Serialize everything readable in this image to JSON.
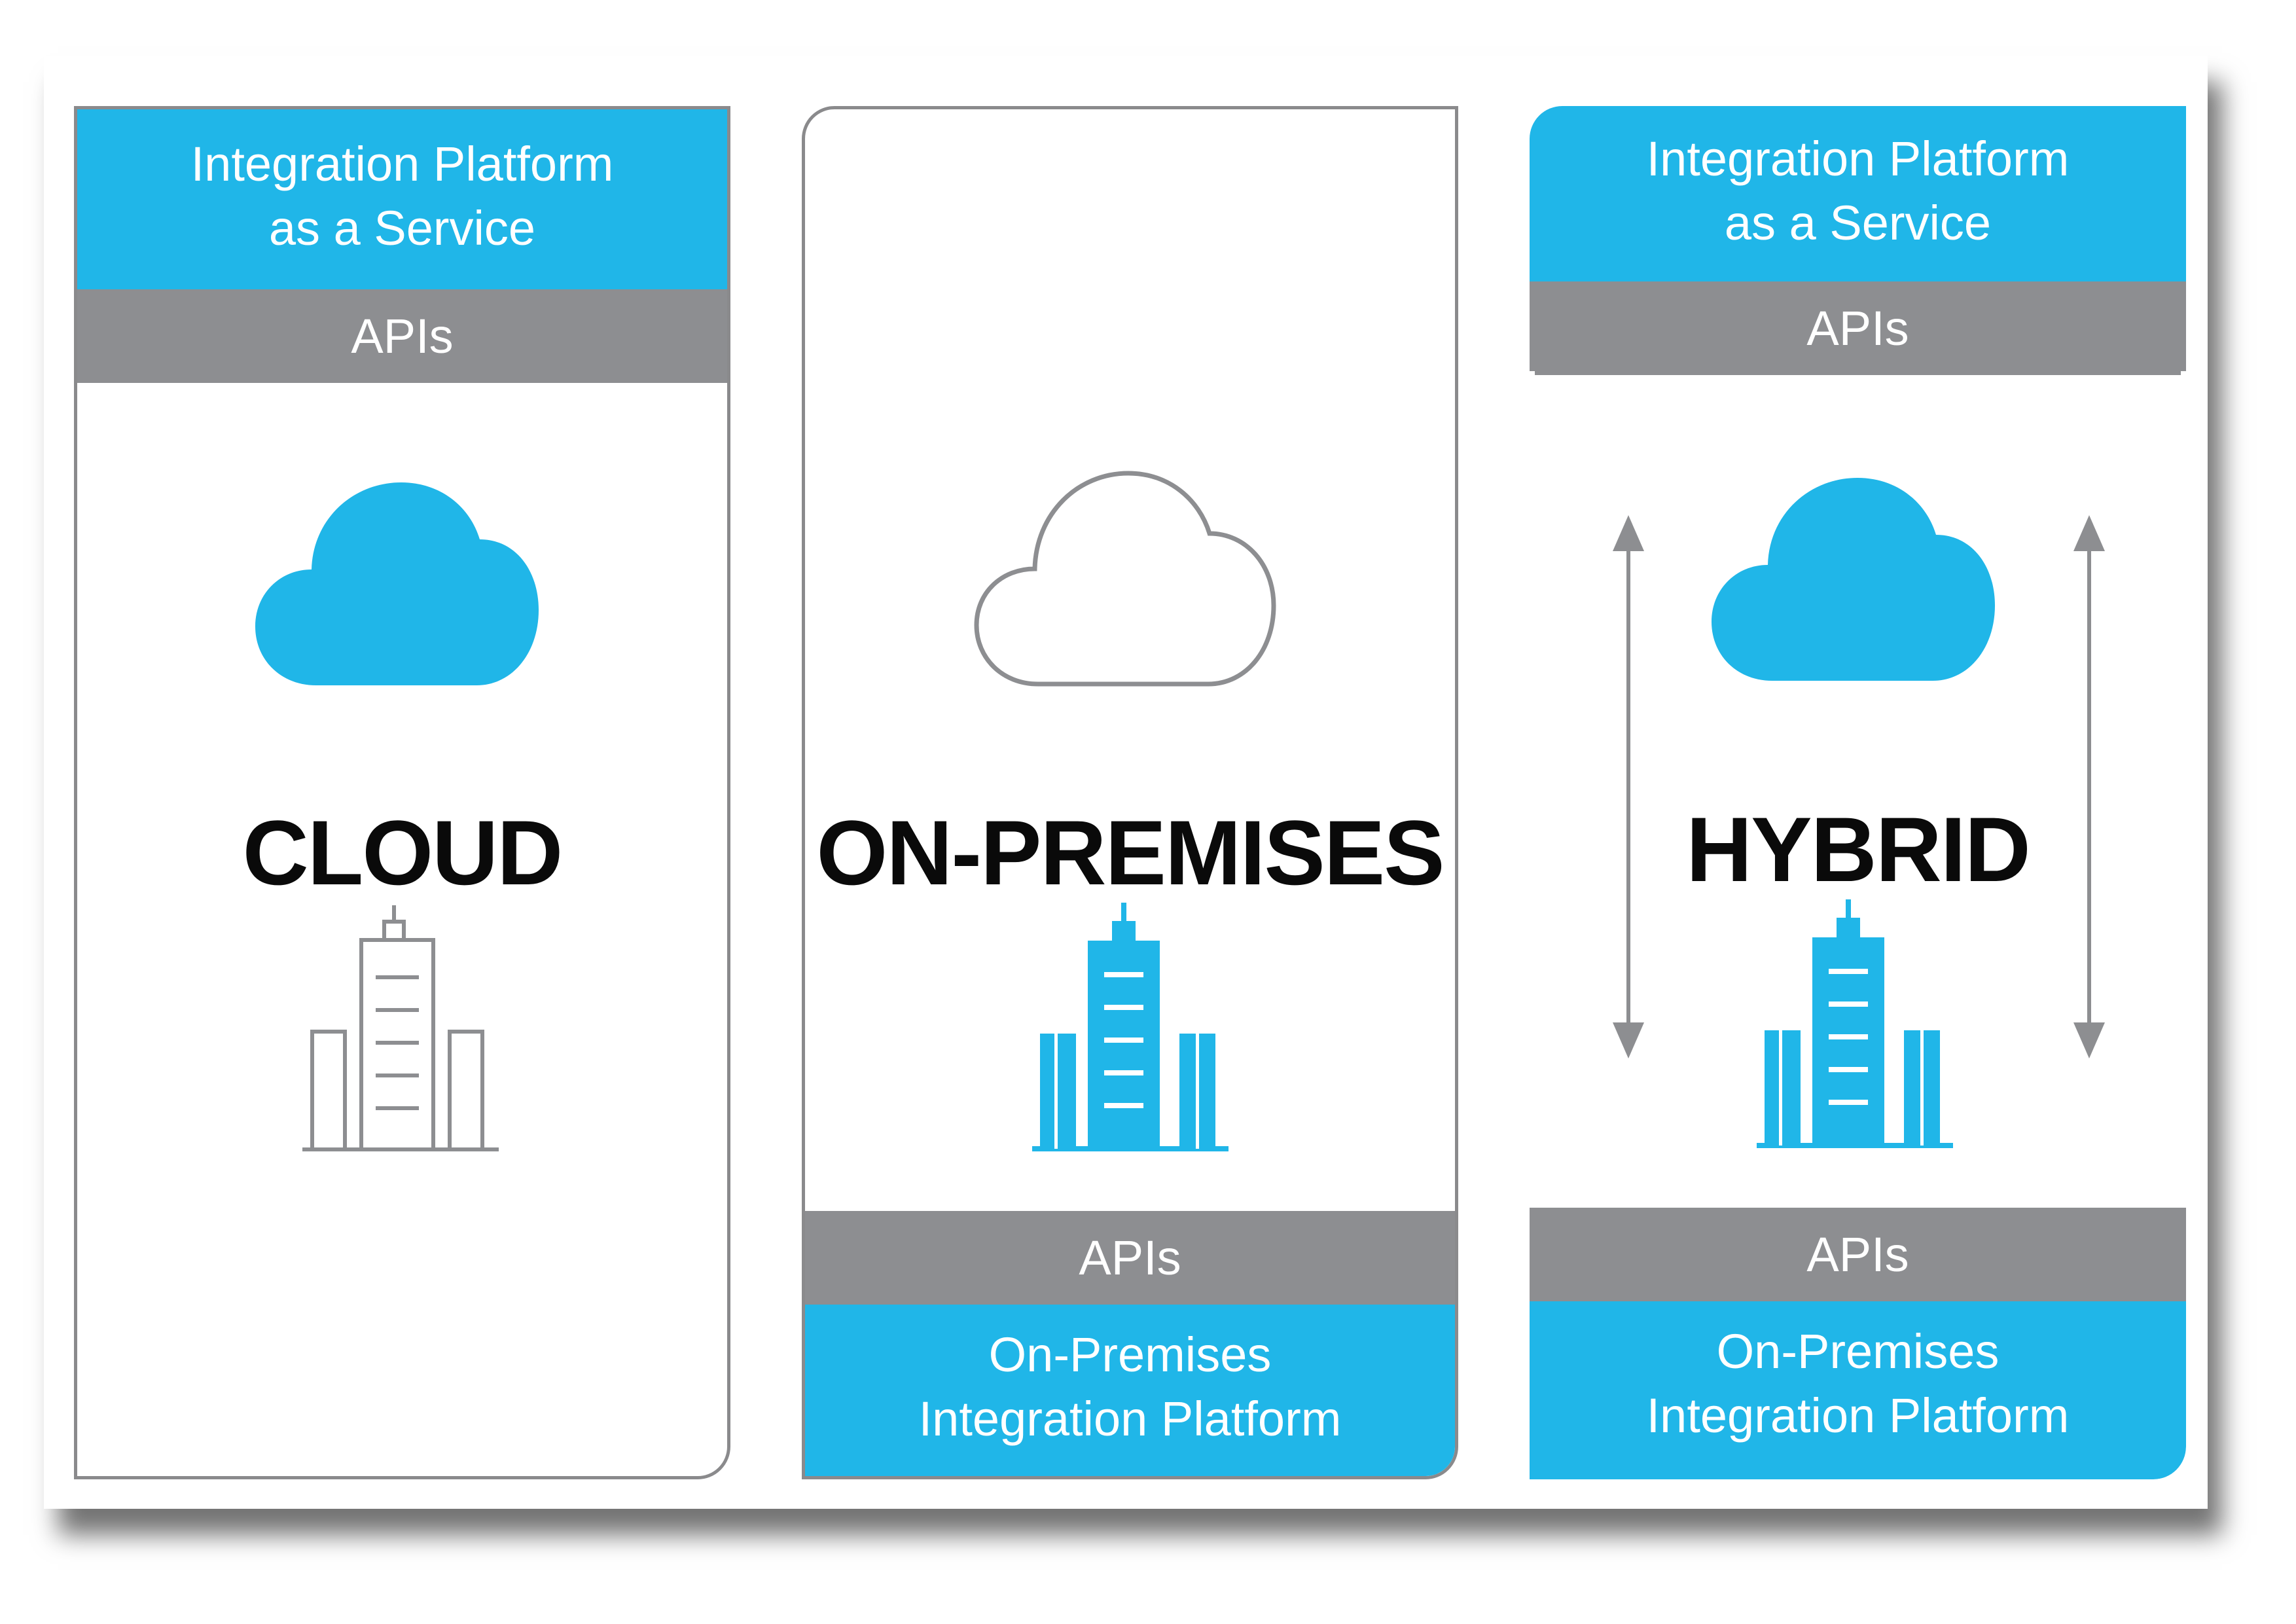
{
  "panels": [
    {
      "top_title_line1": "Integration Platform",
      "top_title_line2": "as a Service",
      "top_api": "APIs",
      "heading": "CLOUD"
    },
    {
      "heading": "ON-PREMISES",
      "bottom_api": "APIs",
      "bottom_title_line1": "On-Premises",
      "bottom_title_line2": "Integration Platform"
    },
    {
      "top_title_line1": "Integration Platform",
      "top_title_line2": "as a Service",
      "top_api": "APIs",
      "heading": "HYBRID",
      "bottom_api": "APIs",
      "bottom_title_line1": "On-Premises",
      "bottom_title_line2": "Integration Platform"
    }
  ],
  "colors": {
    "accent_blue": "#20b6e8",
    "band_grey": "#8d8e91",
    "outline_grey": "#8a8a8c"
  },
  "icons": [
    "cloud-icon",
    "building-icon",
    "double-arrow-icon"
  ]
}
